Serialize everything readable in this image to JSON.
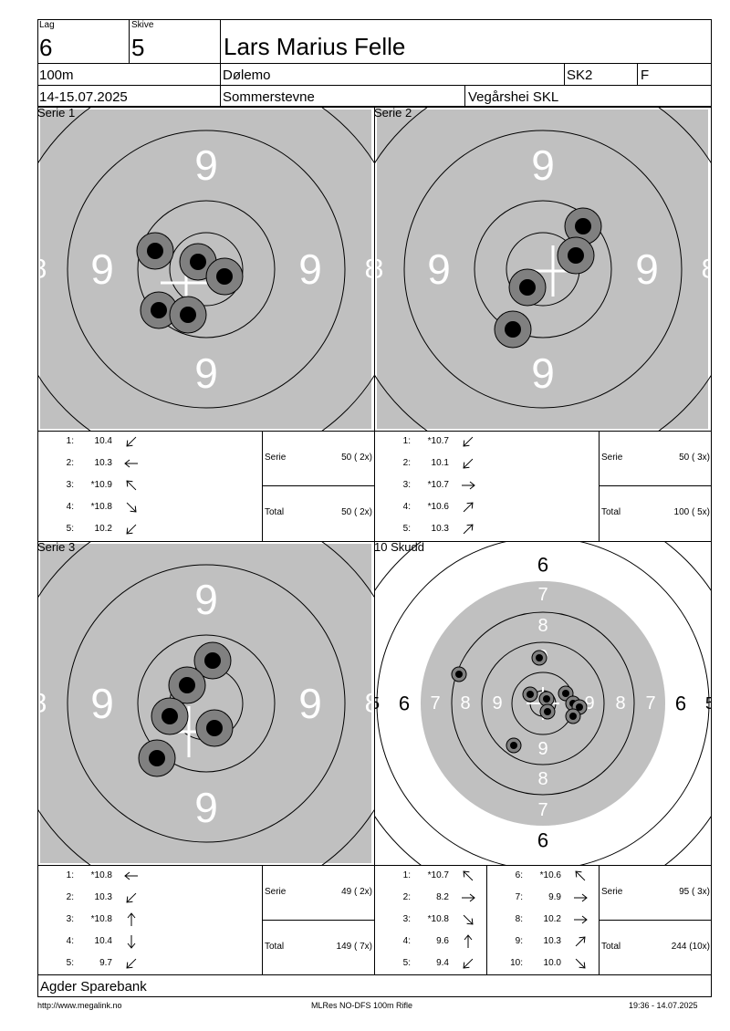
{
  "header": {
    "lag_label": "Lag",
    "lag_value": "6",
    "skive_label": "Skive",
    "skive_value": "5",
    "shooter_name": "Lars Marius Felle",
    "distance": "100m",
    "location": "Dølemo",
    "class": "SK2",
    "class_extra": "F",
    "date": "14-15.07.2025",
    "event": "Sommerstevne",
    "club": "Vegårshei SKL"
  },
  "panels": [
    {
      "label": "Serie 1",
      "shots": [
        {
          "no": "1:",
          "val": "10.4",
          "dir": "sw"
        },
        {
          "no": "2:",
          "val": "10.3",
          "dir": "w"
        },
        {
          "no": "3:",
          "val": "*10.9",
          "dir": "nw"
        },
        {
          "no": "4:",
          "val": "*10.8",
          "dir": "se"
        },
        {
          "no": "5:",
          "val": "10.2",
          "dir": "sw"
        }
      ],
      "serie_label": "Serie",
      "serie_value": "50 ( 2x)",
      "total_label": "Total",
      "total_value": "50 ( 2x)"
    },
    {
      "label": "Serie 2",
      "shots": [
        {
          "no": "1:",
          "val": "*10.7",
          "dir": "sw"
        },
        {
          "no": "2:",
          "val": "10.1",
          "dir": "sw"
        },
        {
          "no": "3:",
          "val": "*10.7",
          "dir": "e"
        },
        {
          "no": "4:",
          "val": "*10.6",
          "dir": "ne"
        },
        {
          "no": "5:",
          "val": "10.3",
          "dir": "ne"
        }
      ],
      "serie_label": "Serie",
      "serie_value": "50 ( 3x)",
      "total_label": "Total",
      "total_value": "100 ( 5x)"
    },
    {
      "label": "Serie 3",
      "shots": [
        {
          "no": "1:",
          "val": "*10.8",
          "dir": "w"
        },
        {
          "no": "2:",
          "val": "10.3",
          "dir": "sw"
        },
        {
          "no": "3:",
          "val": "*10.8",
          "dir": "n"
        },
        {
          "no": "4:",
          "val": "10.4",
          "dir": "s"
        },
        {
          "no": "5:",
          "val": "9.7",
          "dir": "sw"
        }
      ],
      "serie_label": "Serie",
      "serie_value": "49 ( 2x)",
      "total_label": "Total",
      "total_value": "149 ( 7x)"
    },
    {
      "label": "10 Skudd",
      "shots": [
        {
          "no": "1:",
          "val": "*10.7",
          "dir": "nw"
        },
        {
          "no": "2:",
          "val": "8.2",
          "dir": "e"
        },
        {
          "no": "3:",
          "val": "*10.8",
          "dir": "se"
        },
        {
          "no": "4:",
          "val": "9.6",
          "dir": "n"
        },
        {
          "no": "5:",
          "val": "9.4",
          "dir": "sw"
        },
        {
          "no": "6:",
          "val": "*10.6",
          "dir": "nw"
        },
        {
          "no": "7:",
          "val": "9.9",
          "dir": "e"
        },
        {
          "no": "8:",
          "val": "10.2",
          "dir": "e"
        },
        {
          "no": "9:",
          "val": "10.3",
          "dir": "ne"
        },
        {
          "no": "10:",
          "val": "10.0",
          "dir": "se"
        }
      ],
      "serie_label": "Serie",
      "serie_value": "95 ( 3x)",
      "total_label": "Total",
      "total_value": "244 (10x)"
    }
  ],
  "sponsor": "Agder Sparebank",
  "footer": {
    "url": "http://www.megalink.no",
    "program": "MLRes NO-DFS 100m Rifle",
    "timestamp": "19:36 - 14.07.2025"
  },
  "ring_numbers": {
    "zoom": "9",
    "edge": "8",
    "full": [
      "6",
      "7",
      "8",
      "9"
    ],
    "edge_full": "5"
  },
  "colors": {
    "target_gray": "#c0c0c0",
    "shot_halo": "#808080",
    "shot_core": "#000000"
  }
}
